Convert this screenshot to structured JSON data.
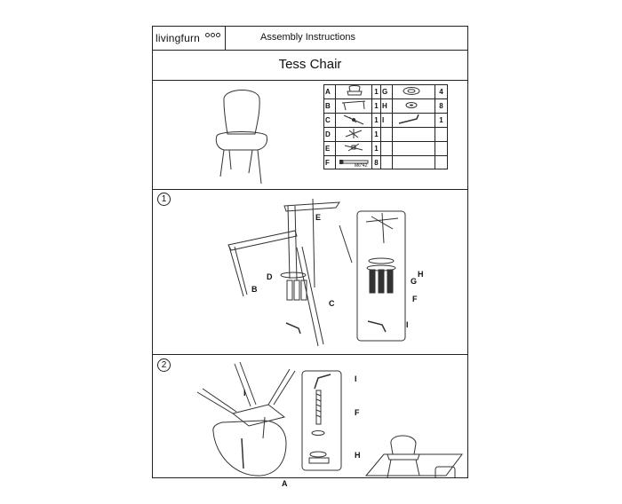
{
  "header": {
    "brand": "livingfurn",
    "title": "Assembly Instructions"
  },
  "product": {
    "name": "Tess Chair"
  },
  "parts": [
    {
      "left_letter": "A",
      "left_qty": "1",
      "right_letter": "G",
      "right_qty": "4"
    },
    {
      "left_letter": "B",
      "left_qty": "1",
      "right_letter": "H",
      "right_qty": "8"
    },
    {
      "left_letter": "C",
      "left_qty": "1",
      "right_letter": "I",
      "right_qty": "1"
    },
    {
      "left_letter": "D",
      "left_qty": "1",
      "right_letter": "",
      "right_qty": ""
    },
    {
      "left_letter": "E",
      "left_qty": "1",
      "right_letter": "",
      "right_qty": ""
    },
    {
      "left_letter": "F",
      "left_qty": "8",
      "right_letter": "",
      "right_qty": ""
    }
  ],
  "bolt_size": "M6*42",
  "steps": [
    {
      "number": "1",
      "labels": {
        "e": "E",
        "d": "D",
        "b": "B",
        "c": "C",
        "h": "H",
        "g": "G",
        "f": "F",
        "i": "I"
      }
    },
    {
      "number": "2",
      "labels": {
        "i": "I",
        "i_detail": "I",
        "f_detail": "F",
        "h_detail": "H",
        "a": "A"
      }
    }
  ]
}
